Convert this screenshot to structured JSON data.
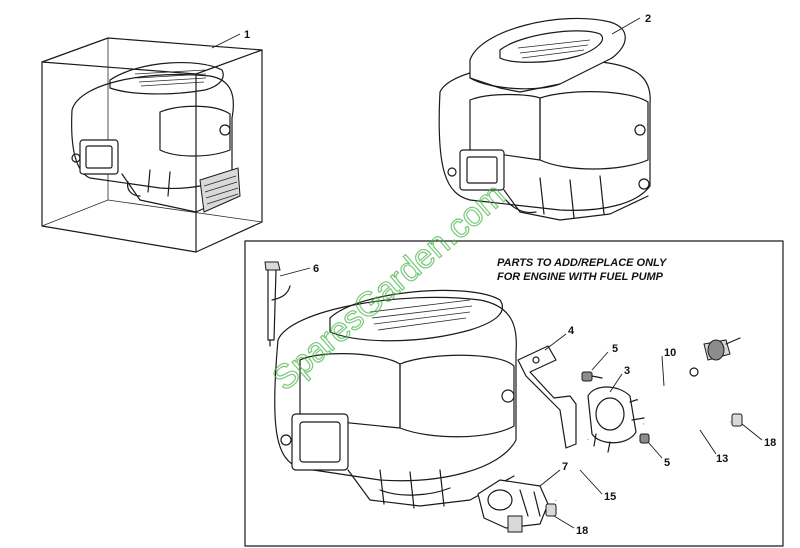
{
  "callouts": {
    "c1": "1",
    "c2": "2",
    "c3": "3",
    "c4": "4",
    "c5a": "5",
    "c5b": "5",
    "c6": "6",
    "c7": "7",
    "c10": "10",
    "c13": "13",
    "c15": "15",
    "c18a": "18",
    "c18b": "18"
  },
  "note": {
    "line1": "PARTS TO ADD/REPLACE ONLY",
    "line2": "FOR ENGINE WITH FUEL PUMP"
  },
  "watermark": "SparesGarden.com"
}
